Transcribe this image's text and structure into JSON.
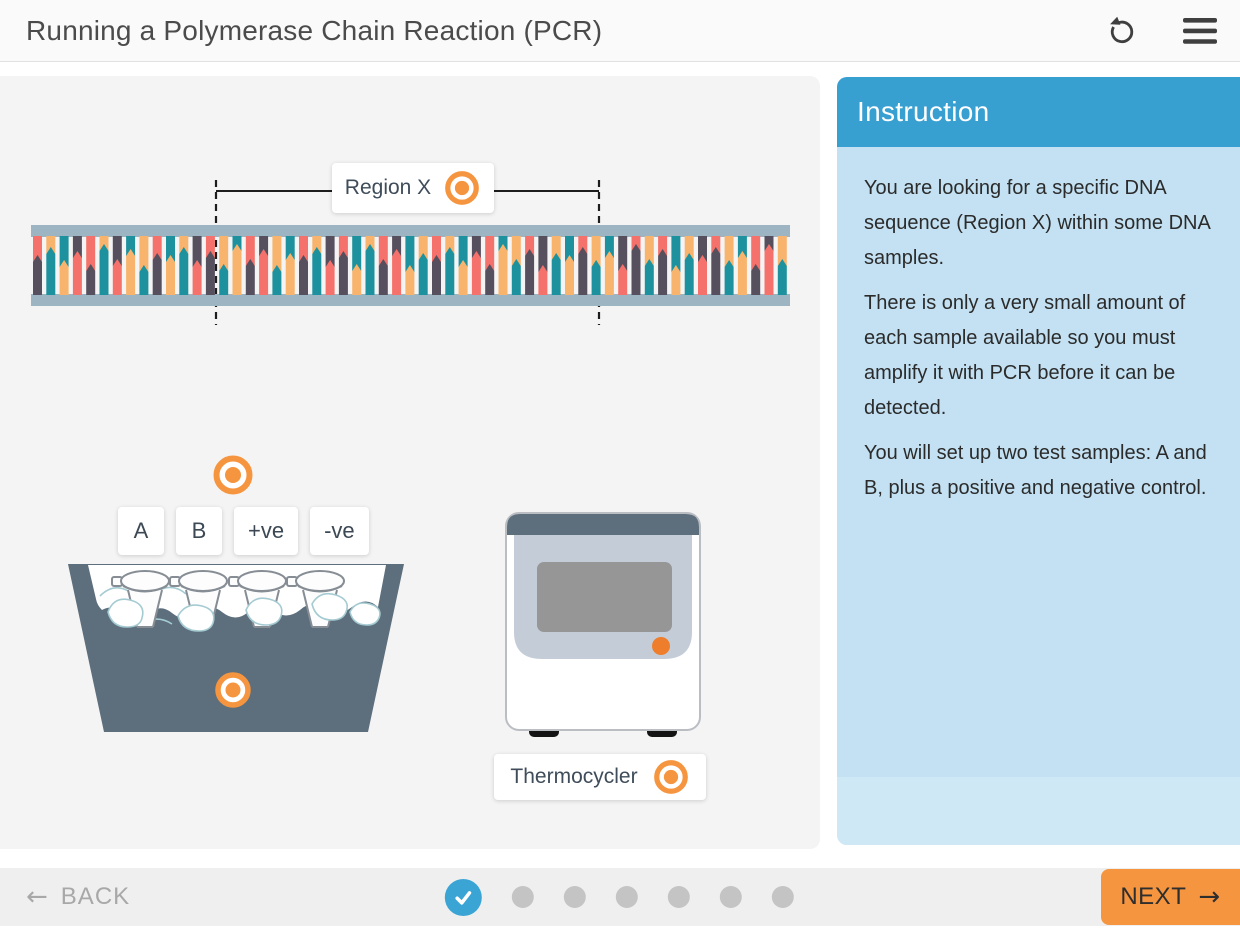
{
  "header": {
    "title": "Running a Polymerase Chain Reaction (PCR)",
    "reset_icon": "reset-icon",
    "menu_icon": "hamburger-menu-icon"
  },
  "canvas": {
    "region_label": "Region X",
    "sample_labels": [
      "A",
      "B",
      "+ve",
      "-ve"
    ],
    "thermocycler_label": "Thermocycler",
    "target_icon": "target-hotspot-icon"
  },
  "instruction": {
    "title": "Instruction",
    "paragraphs": [
      "You are looking for a specific DNA sequence (Region X) within some DNA samples.",
      "There is only a very small amount of each sample available so you must amplify it with PCR before it can be detected.",
      "You will set up two test samples: A and B, plus a positive and negative control."
    ]
  },
  "footer": {
    "back_label": "BACK",
    "next_label": "NEXT",
    "progress": {
      "completed": 1,
      "total": 7
    }
  },
  "colors": {
    "accent_orange": "#f6953f",
    "instruction_header_blue": "#389fd1",
    "instruction_body_blue": "#c3e1f2",
    "instruction_footer_blue": "#cfe8f6",
    "progress_blue": "#3aa5d5",
    "progress_gray": "#c4c4c4",
    "bucket_slate": "#5d6e7d",
    "dna_rail": "#9db4c2",
    "dna_salmon": "#f4726b",
    "dna_dark": "#564f5e",
    "dna_teal": "#1d929e",
    "dna_orange": "#f8b46d",
    "thermo_lid": "#c4cdd7",
    "thermo_screen": "#969696",
    "thermo_dot": "#ee7d2c",
    "ice_line": "#a5cbd2"
  },
  "dna": {
    "pair_types": [
      "S",
      "O",
      "T",
      "D",
      "S",
      "O",
      "D",
      "T",
      "O",
      "S",
      "T",
      "O",
      "D",
      "S",
      "O",
      "T",
      "S",
      "D",
      "O",
      "T",
      "S",
      "O",
      "D",
      "S",
      "T",
      "O",
      "S",
      "D",
      "T",
      "O",
      "S",
      "O",
      "T",
      "D",
      "S",
      "T",
      "O",
      "S",
      "D",
      "O",
      "T",
      "S",
      "O",
      "T",
      "D",
      "S",
      "O",
      "S",
      "T",
      "O",
      "D",
      "S",
      "O",
      "T",
      "S",
      "D",
      "O"
    ]
  }
}
